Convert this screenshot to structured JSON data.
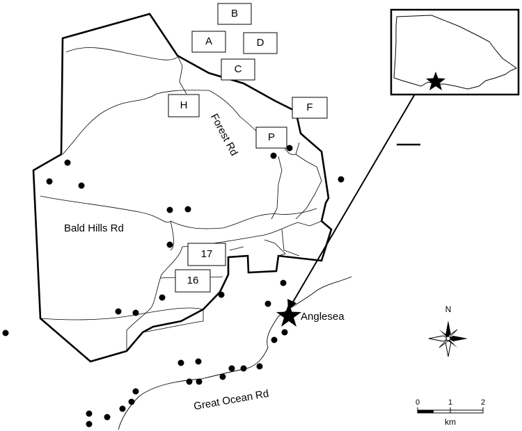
{
  "place_labels": {
    "town": "Anglesea",
    "forest_rd": "Forest Rd",
    "bald_hills_rd": "Bald Hills Rd",
    "great_ocean_rd": "Great Ocean Rd"
  },
  "site_boxes": [
    {
      "id": "B"
    },
    {
      "id": "A"
    },
    {
      "id": "D"
    },
    {
      "id": "C"
    },
    {
      "id": "H"
    },
    {
      "id": "F"
    },
    {
      "id": "P"
    },
    {
      "id": "17"
    },
    {
      "id": "16"
    }
  ],
  "compass": {
    "north_label": "N"
  },
  "scale_bar": {
    "ticks": [
      "0",
      "1",
      "2"
    ],
    "unit": "km"
  },
  "inset": {
    "locator_icon": "star-icon"
  },
  "colors": {
    "ink": "#000000",
    "background": "#ffffff"
  }
}
